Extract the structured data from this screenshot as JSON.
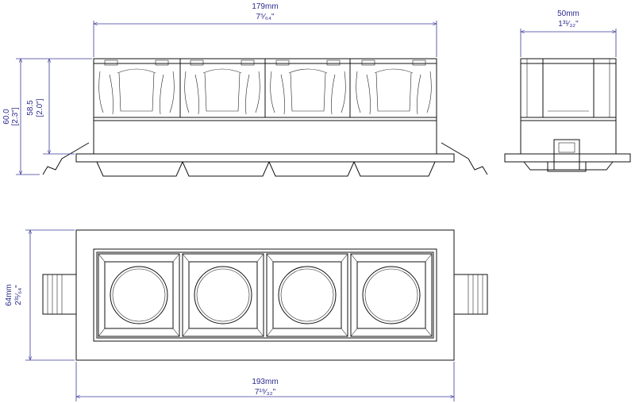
{
  "colors": {
    "dimension": "#2b2b8f",
    "object": "#111111",
    "background": "#ffffff"
  },
  "dimensions": {
    "front_width": {
      "metric": "179mm",
      "imperial": "7⁵⁄₆₄\""
    },
    "side_width": {
      "metric": "50mm",
      "imperial": "1³¹⁄₃₂\""
    },
    "front_height_total": {
      "metric": "60.0",
      "imperial": "[2.3\"]"
    },
    "front_height_body": {
      "metric": "58.5",
      "imperial": "[2.0\"]"
    },
    "plan_height": {
      "metric": "64mm",
      "imperial": "2³¹⁄₆₄\""
    },
    "plan_width": {
      "metric": "193mm",
      "imperial": "7¹⁹⁄₃₂\""
    }
  },
  "module_count": 4
}
